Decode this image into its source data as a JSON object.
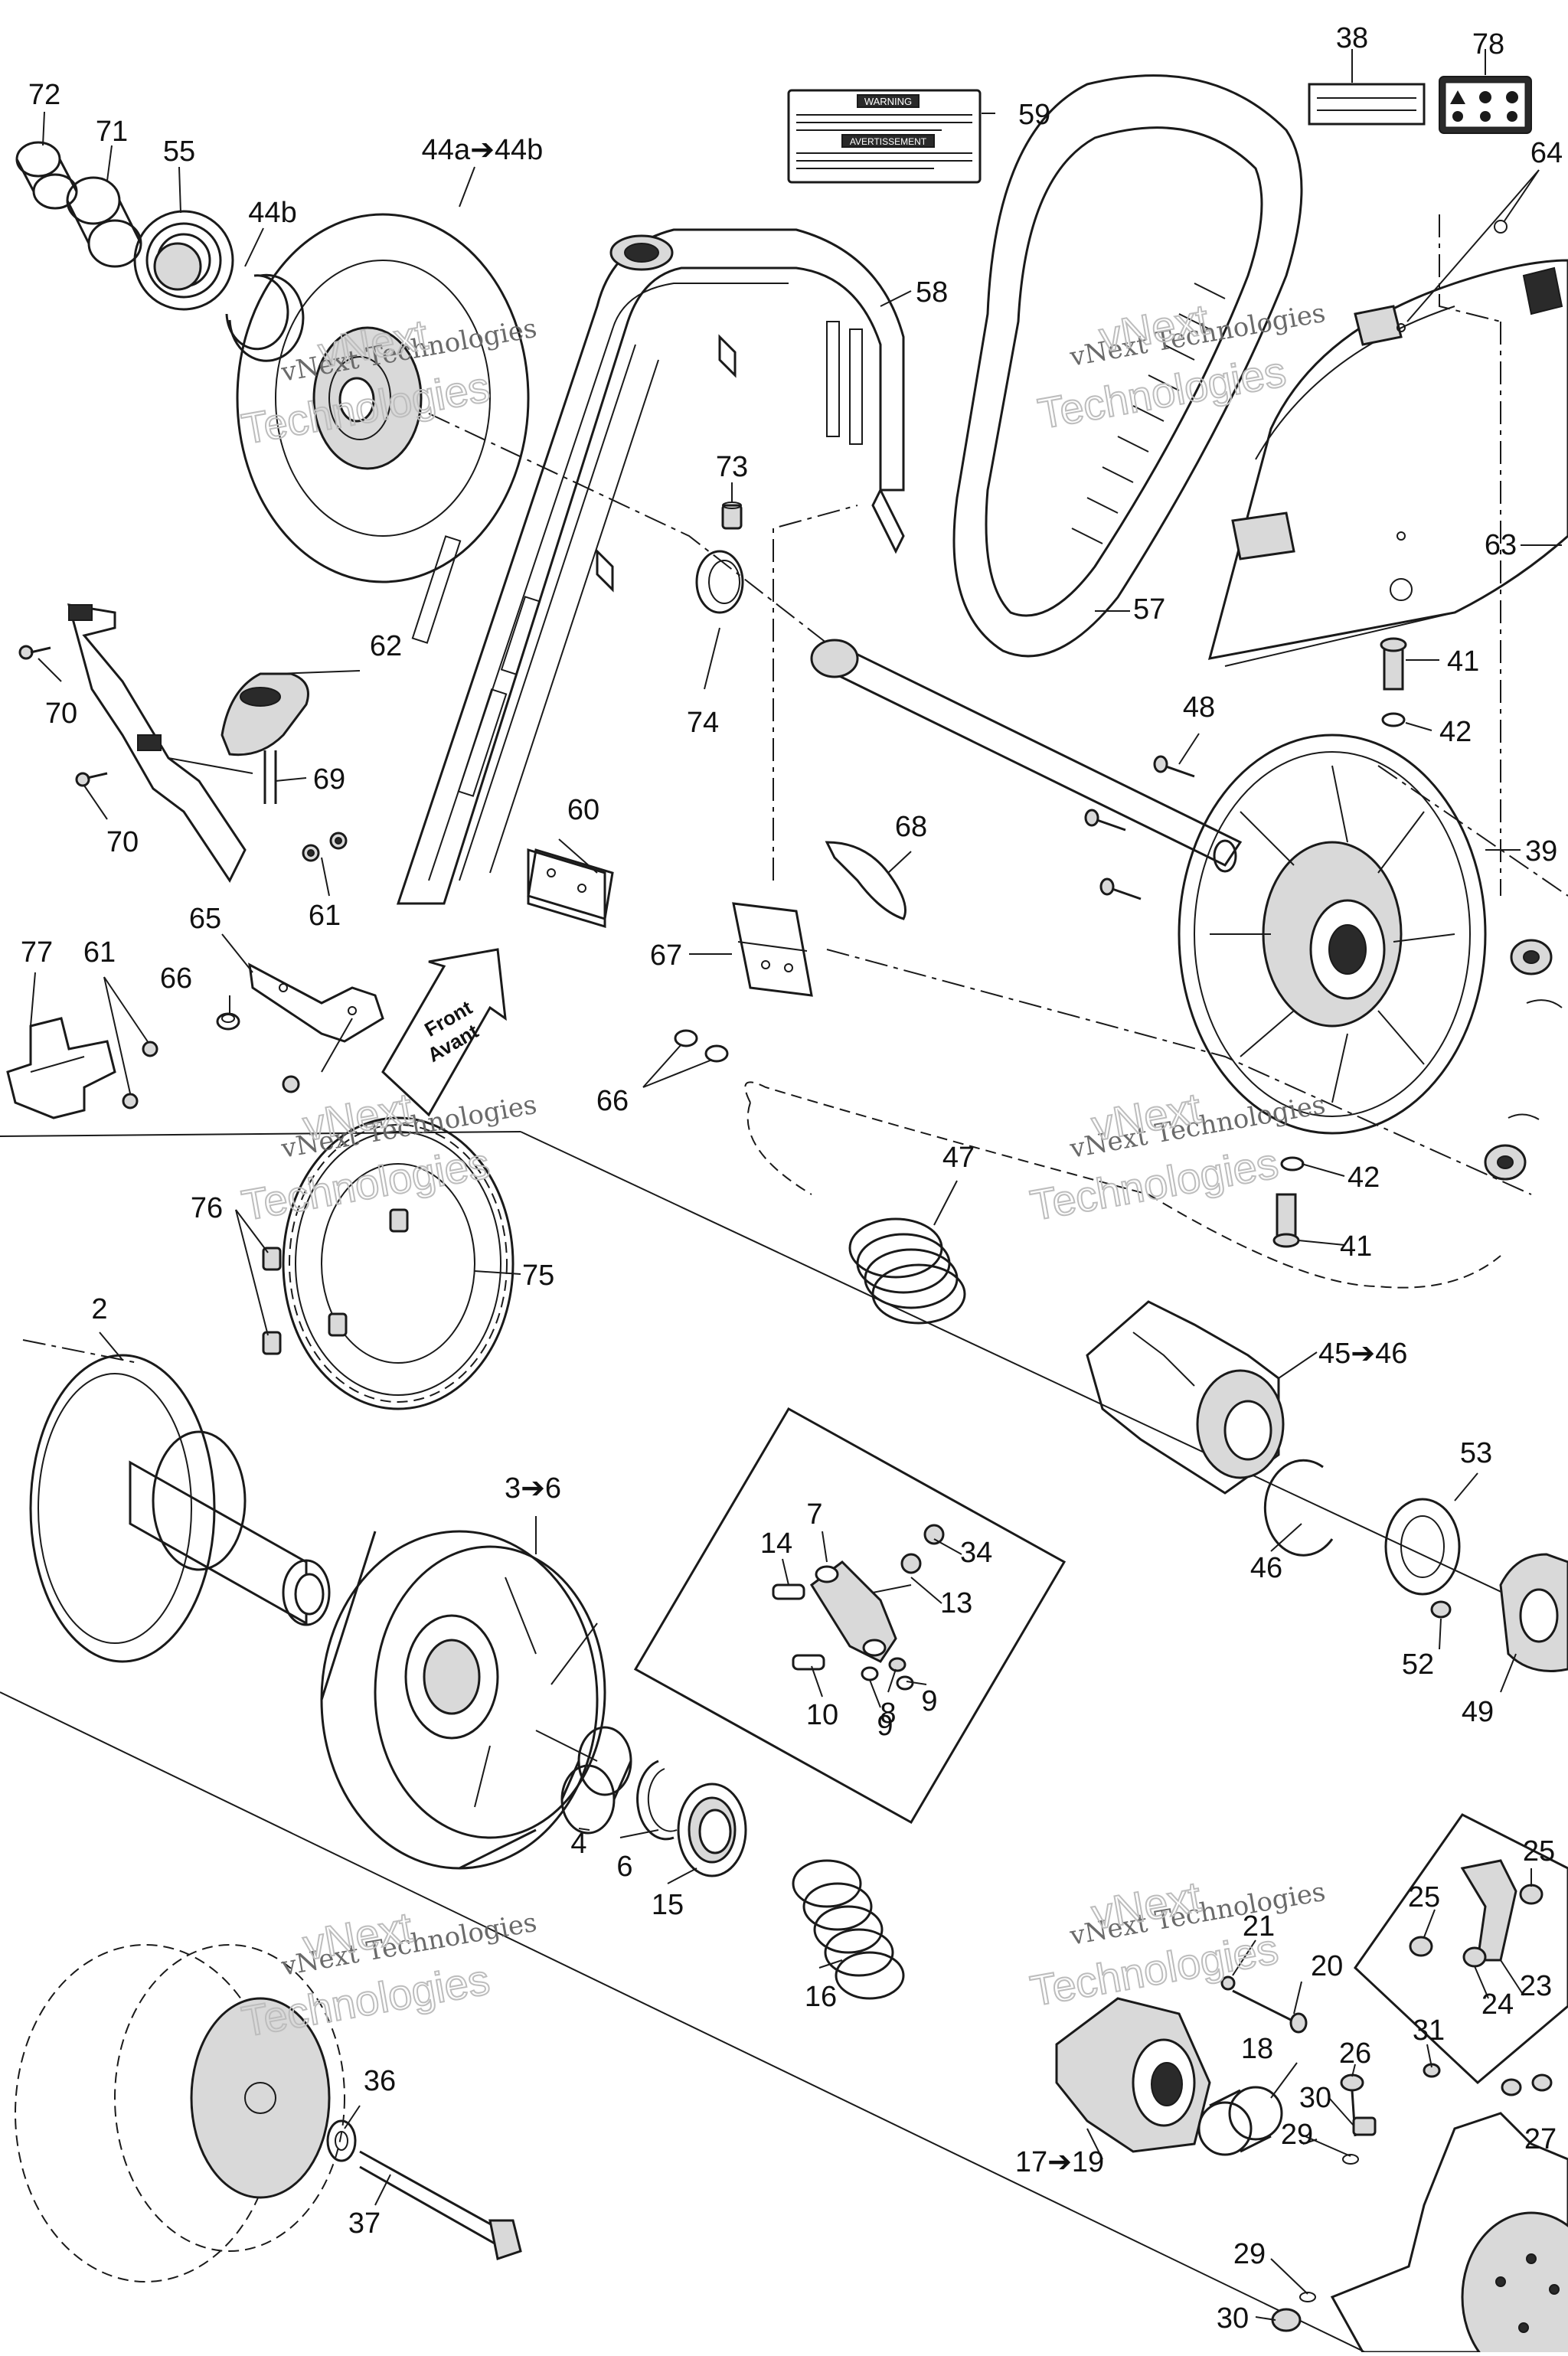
{
  "watermark": {
    "company": "vNext Technologies",
    "outline": "Technologies",
    "top_word": "vNext"
  },
  "direction_arrow": {
    "line1": "Front",
    "line2": "Avant"
  },
  "warning_decal": {
    "heading1": "WARNING",
    "heading2": "AVERTISSEMENT"
  },
  "labels": {
    "l72": "72",
    "l71": "71",
    "l55": "55",
    "l44ab": "44a➔44b",
    "l44b": "44b",
    "l59": "59",
    "l58": "58",
    "l38": "38",
    "l78": "78",
    "l64": "64",
    "l57": "57",
    "l63": "63",
    "l73": "73",
    "l74": "74",
    "l62": "62",
    "l69": "69",
    "l70a": "70",
    "l70b": "70",
    "l60": "60",
    "l61a": "61",
    "l61b": "61",
    "l65": "65",
    "l66a": "66",
    "l66b": "66",
    "l77": "77",
    "l67": "67",
    "l68": "68",
    "l41a": "41",
    "l42a": "42",
    "l48": "48",
    "l39": "39",
    "l42b": "42",
    "l41b": "41",
    "l47": "47",
    "l76": "76",
    "l75": "75",
    "l2a": "2",
    "l45": "45➔46",
    "l53": "53",
    "l46": "46",
    "l52": "52",
    "l49": "49",
    "l36": "3➔6",
    "l7": "7",
    "l14": "14",
    "l34": "34",
    "l13": "13",
    "l10": "10",
    "l9a": "9",
    "l8": "8",
    "l9b": "9",
    "l4": "4",
    "l6": "6",
    "l15": "15",
    "l16": "16",
    "l21": "21",
    "l20": "20",
    "l25a": "25",
    "l25b": "25",
    "l23": "23",
    "l24": "24",
    "l18": "18",
    "l26": "26",
    "l31": "31",
    "l30a": "30",
    "l29a": "29",
    "l27": "27",
    "l17": "17➔19",
    "l36b": "36",
    "l37": "37",
    "l29b": "29",
    "l30b": "30"
  }
}
